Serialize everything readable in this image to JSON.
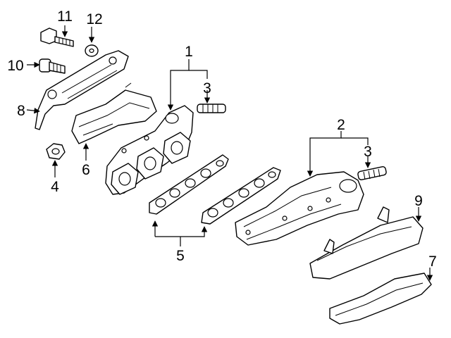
{
  "callouts": {
    "c1": "1",
    "c2": "2",
    "c3a": "3",
    "c3b": "3",
    "c4": "4",
    "c5": "5",
    "c6": "6",
    "c7": "7",
    "c8": "8",
    "c9": "9",
    "c10": "10",
    "c11": "11",
    "c12": "12"
  },
  "colors": {
    "line": "#000000",
    "background": "#ffffff"
  }
}
